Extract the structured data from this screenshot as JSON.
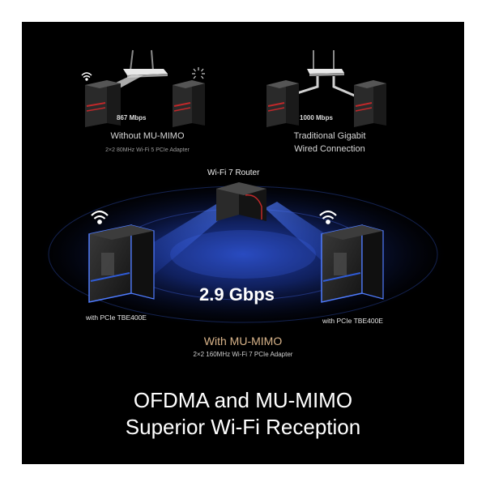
{
  "top_left": {
    "speed": "867 Mbps",
    "title": "Without MU-MIMO",
    "subtitle": "2×2 80MHz Wi-Fi 5 PCIe Adapter"
  },
  "top_right": {
    "speed": "1000 Mbps",
    "title_line1": "Traditional Gigabit",
    "title_line2": "Wired Connection"
  },
  "router": {
    "label": "Wi-Fi 7 Router"
  },
  "main": {
    "speed": "2.9 Gbps",
    "left_pc_label": "with PCIe TBE400E",
    "right_pc_label": "with PCIe TBE400E",
    "title": "With MU-MIMO",
    "subtitle": "2×2 160MHz Wi-Fi 7 PCIe Adapter"
  },
  "headline": {
    "line1": "OFDMA and MU-MIMO",
    "line2": "Superior Wi-Fi Reception"
  },
  "colors": {
    "background": "#000000",
    "accent_blue": "#2f5bd6",
    "mu_title": "#d9b48a",
    "pc_red_accent": "#c0282a"
  }
}
